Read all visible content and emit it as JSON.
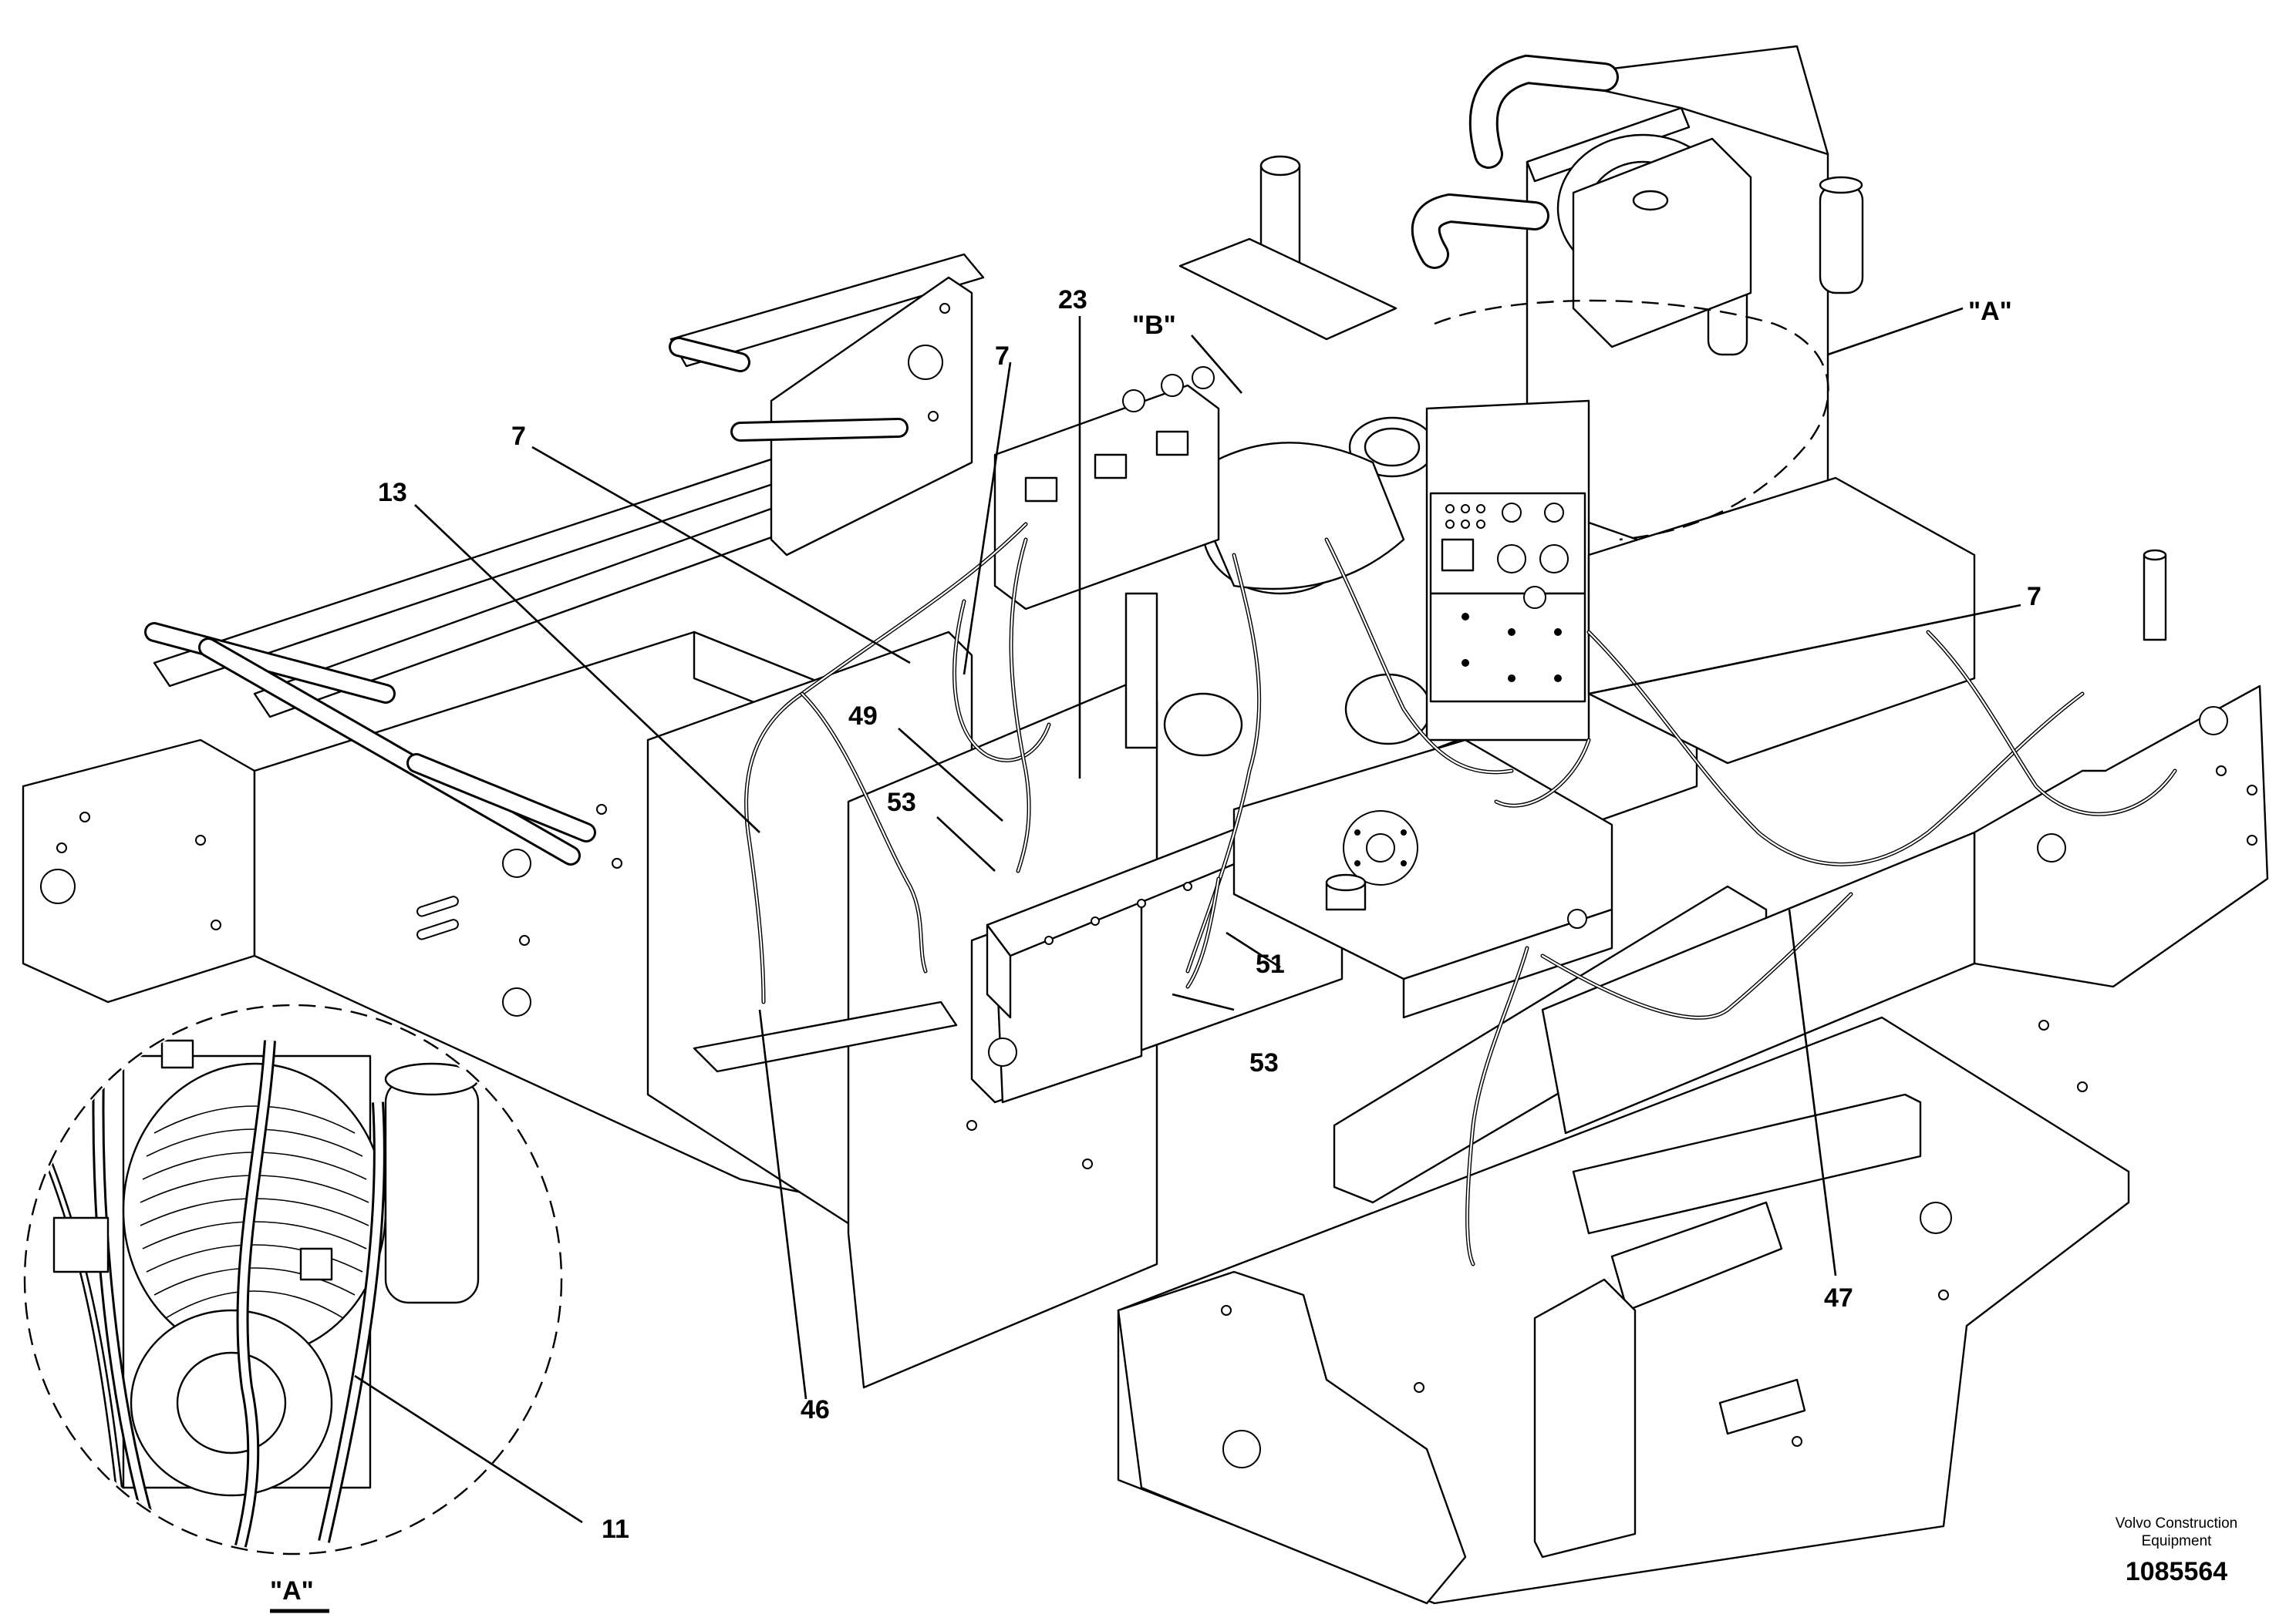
{
  "callouts": {
    "c7_top": "7",
    "c23": "23",
    "cB": "\"B\"",
    "cA_top": "\"A\"",
    "c7_left": "7",
    "c13": "13",
    "c7_right": "7",
    "c49": "49",
    "c53_upper": "53",
    "c51": "51",
    "c53_lower": "53",
    "c47": "47",
    "c46": "46",
    "c11": "11",
    "cA_detail": "\"A\""
  },
  "footer": {
    "brand_line1": "Volvo Construction",
    "brand_line2": "Equipment",
    "drawing_number": "1085564"
  }
}
